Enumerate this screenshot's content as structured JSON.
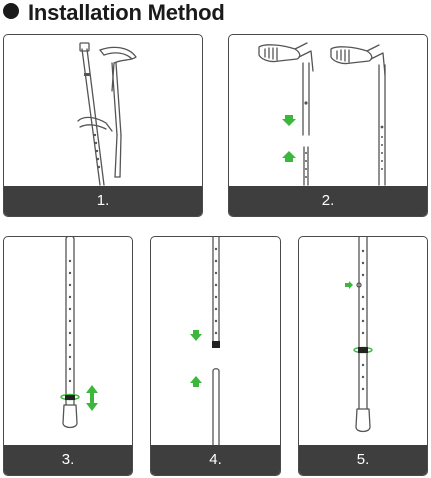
{
  "header": {
    "title": "Installation Method"
  },
  "steps": [
    {
      "label": "1."
    },
    {
      "label": "2."
    },
    {
      "label": "3."
    },
    {
      "label": "4."
    },
    {
      "label": "5."
    }
  ],
  "colors": {
    "accent_green": "#3bb83b",
    "footer_bg": "#3e3e3e",
    "line": "#555555"
  },
  "icons": [
    "bullet-dot-icon",
    "arrow-down-icon",
    "arrow-up-icon",
    "double-arrow-icon"
  ]
}
